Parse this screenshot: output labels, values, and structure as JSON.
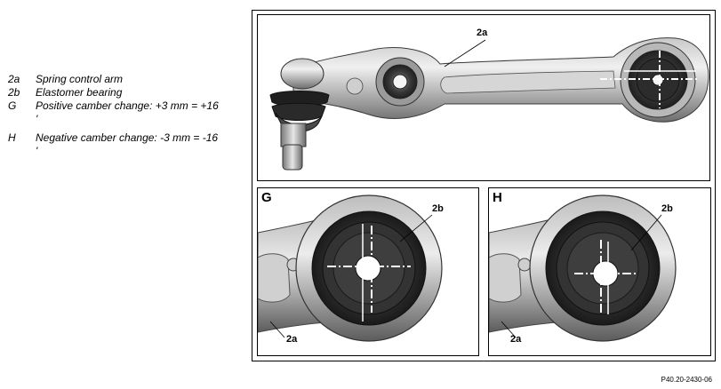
{
  "legend": [
    {
      "key": "2a",
      "text": "Spring control arm"
    },
    {
      "key": "2b",
      "text": "Elastomer bearing"
    },
    {
      "key": "G",
      "text": "Positive camber change: +3 mm = +16\n'"
    },
    {
      "key": "H",
      "text": "Negative camber change: -3 mm = -16\n'"
    }
  ],
  "panels": {
    "top": {
      "callout": "2a"
    },
    "g": {
      "letter": "G",
      "callout_bearing": "2b",
      "callout_arm": "2a"
    },
    "h": {
      "letter": "H",
      "callout_bearing": "2b",
      "callout_arm": "2a"
    }
  },
  "figure_ref": "P40.20-2430-06"
}
